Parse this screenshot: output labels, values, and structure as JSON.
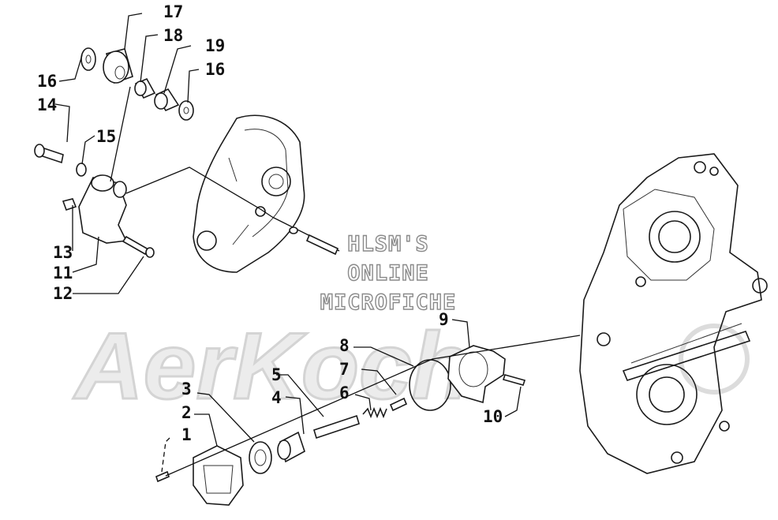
{
  "watermark": {
    "brand": "AerKoch",
    "line1": "HLSM'S",
    "line2": "ONLINE",
    "line3": "MICROFICHE"
  },
  "callouts": {
    "c1": "1",
    "c2": "2",
    "c3": "3",
    "c4": "4",
    "c5": "5",
    "c6": "6",
    "c7": "7",
    "c8": "8",
    "c9": "9",
    "c10": "10",
    "c11": "11",
    "c12": "12",
    "c13": "13",
    "c14": "14",
    "c15": "15",
    "c16a": "16",
    "c16b": "16",
    "c17": "17",
    "c18": "18",
    "c19": "19"
  }
}
